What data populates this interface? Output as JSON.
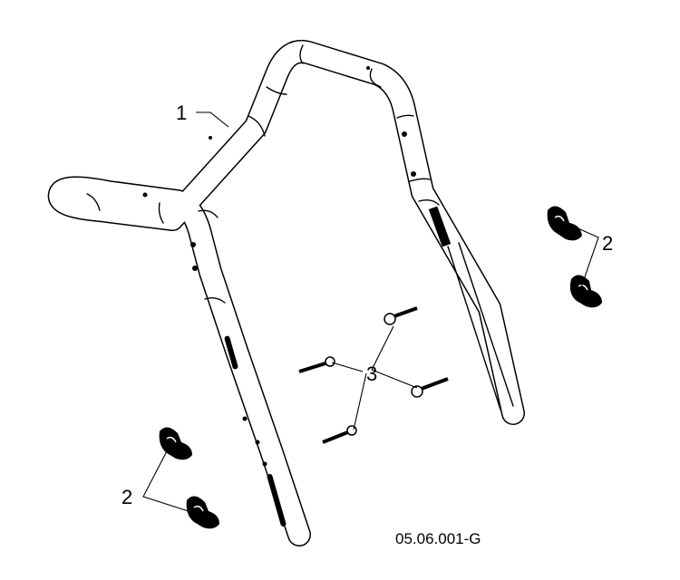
{
  "callouts": {
    "handle_bar": "1",
    "knob_right": "2",
    "knob_left": "2",
    "bolts": "3"
  },
  "drawing_code": "05.06.001-G"
}
